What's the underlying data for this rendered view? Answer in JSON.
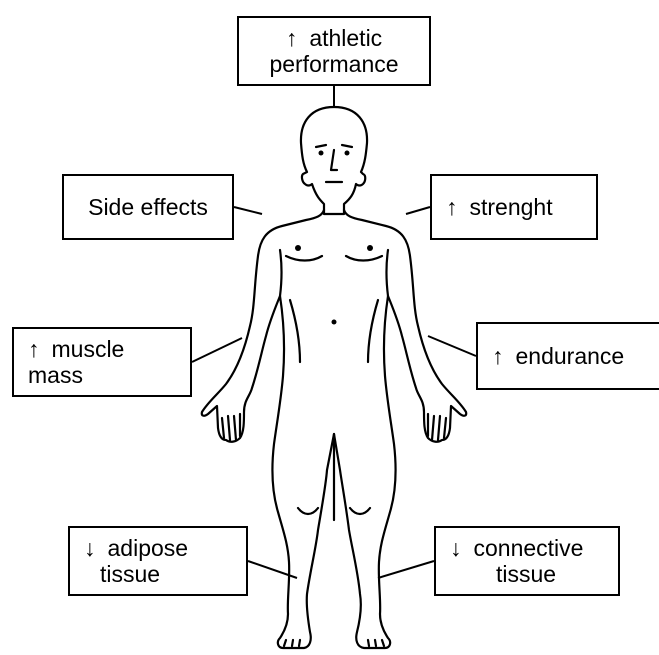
{
  "labels": {
    "athletic_performance": {
      "arrow": "↑",
      "line1": "athletic",
      "line2": "performance"
    },
    "side_effects": {
      "text": "Side effects"
    },
    "strength": {
      "arrow": "↑",
      "text": "strenght"
    },
    "muscle_mass": {
      "arrow": "↑",
      "line1": "muscle",
      "line2": "mass"
    },
    "endurance": {
      "arrow": "↑",
      "text": "endurance"
    },
    "adipose_tissue": {
      "arrow": "↓",
      "line1": "adipose",
      "line2": "tissue"
    },
    "connective_tissue": {
      "arrow": "↓",
      "line1": "connective",
      "line2": "tissue"
    }
  },
  "colors": {
    "stroke": "#000000",
    "background": "#ffffff"
  }
}
